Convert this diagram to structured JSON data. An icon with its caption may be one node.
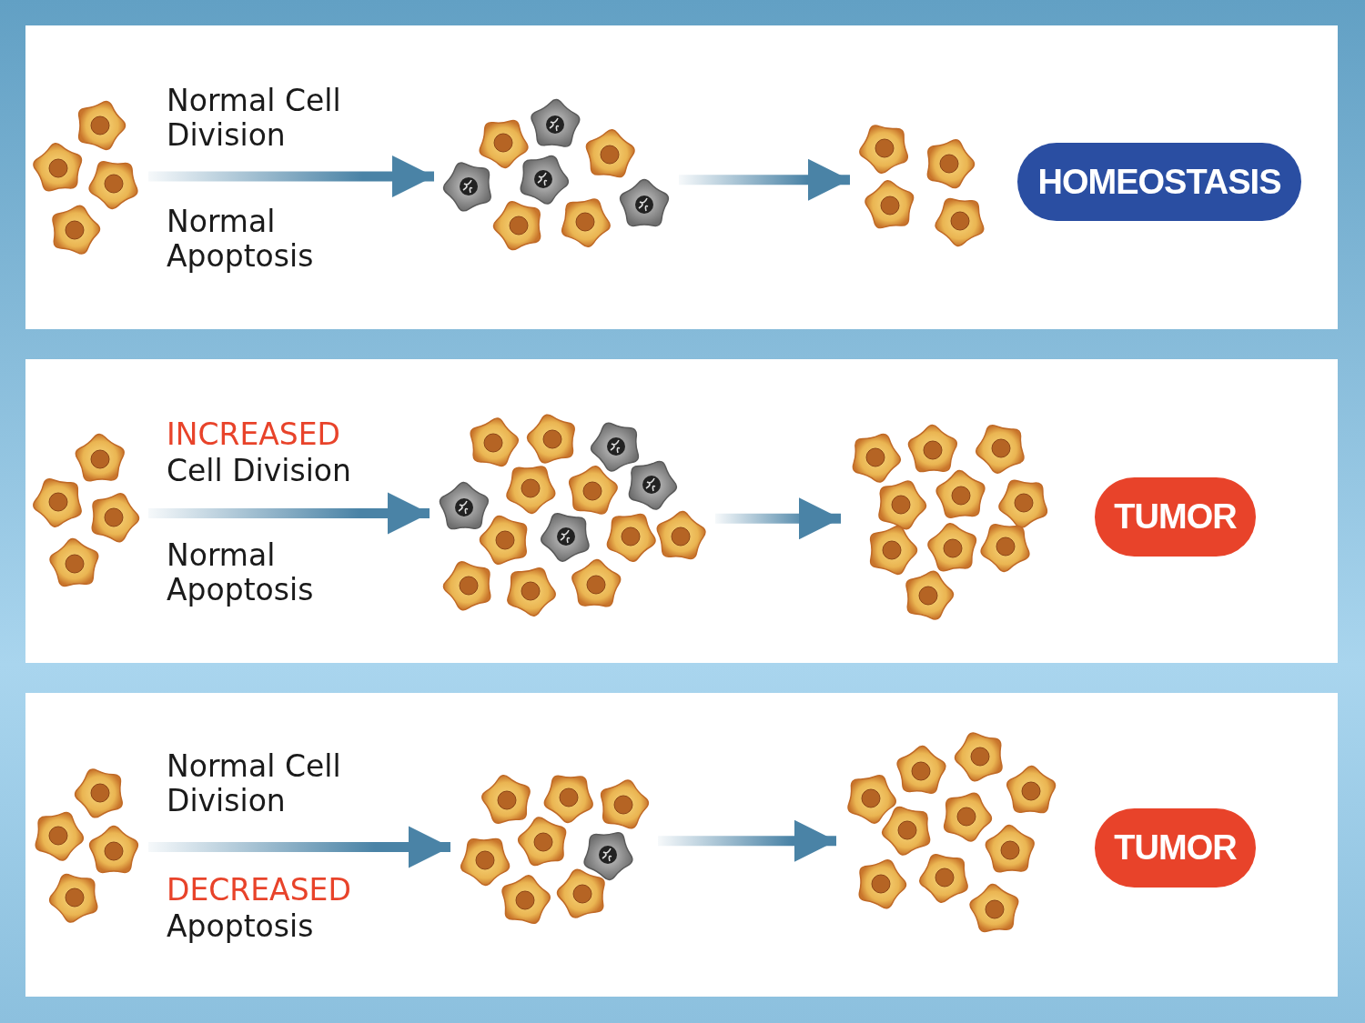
{
  "diagram": {
    "nodes": [
      {
        "text": [],
        "shape": "picture"
      },
      {
        "text": [],
        "shape": "picture"
      },
      {
        "text": [],
        "shape": "picture"
      },
      {
        "text": [
          "HOMEOSTASIS"
        ]
      },
      {
        "text": [],
        "shape": "picture"
      },
      {
        "text": [],
        "shape": "picture"
      },
      {
        "text": [],
        "shape": "picture"
      },
      {
        "text": [
          "TUMOR"
        ]
      },
      {
        "text": [],
        "shape": "picture"
      },
      {
        "text": [],
        "shape": "picture"
      },
      {
        "text": [],
        "shape": "picture"
      },
      {
        "text": [
          "TUMOR"
        ]
      }
    ],
    "edges": [
      {
        "from": 0,
        "to": 1,
        "arrow": "to"
      },
      {
        "from": 1,
        "to": 2,
        "arrow": "to"
      },
      {
        "from": 4,
        "to": 5,
        "arrow": "to"
      },
      {
        "from": 5,
        "to": 6,
        "arrow": "to"
      },
      {
        "from": 8,
        "to": 9,
        "arrow": "to"
      },
      {
        "from": 9,
        "to": 10,
        "arrow": "to"
      }
    ],
    "labels": [
      "Normal Cell Division",
      "Normal Apoptosis",
      "INCREASED",
      "Cell Division",
      "Normal Apoptosis",
      "Normal Cell Division",
      "DECREASED",
      "Apoptosis"
    ]
  }
}
